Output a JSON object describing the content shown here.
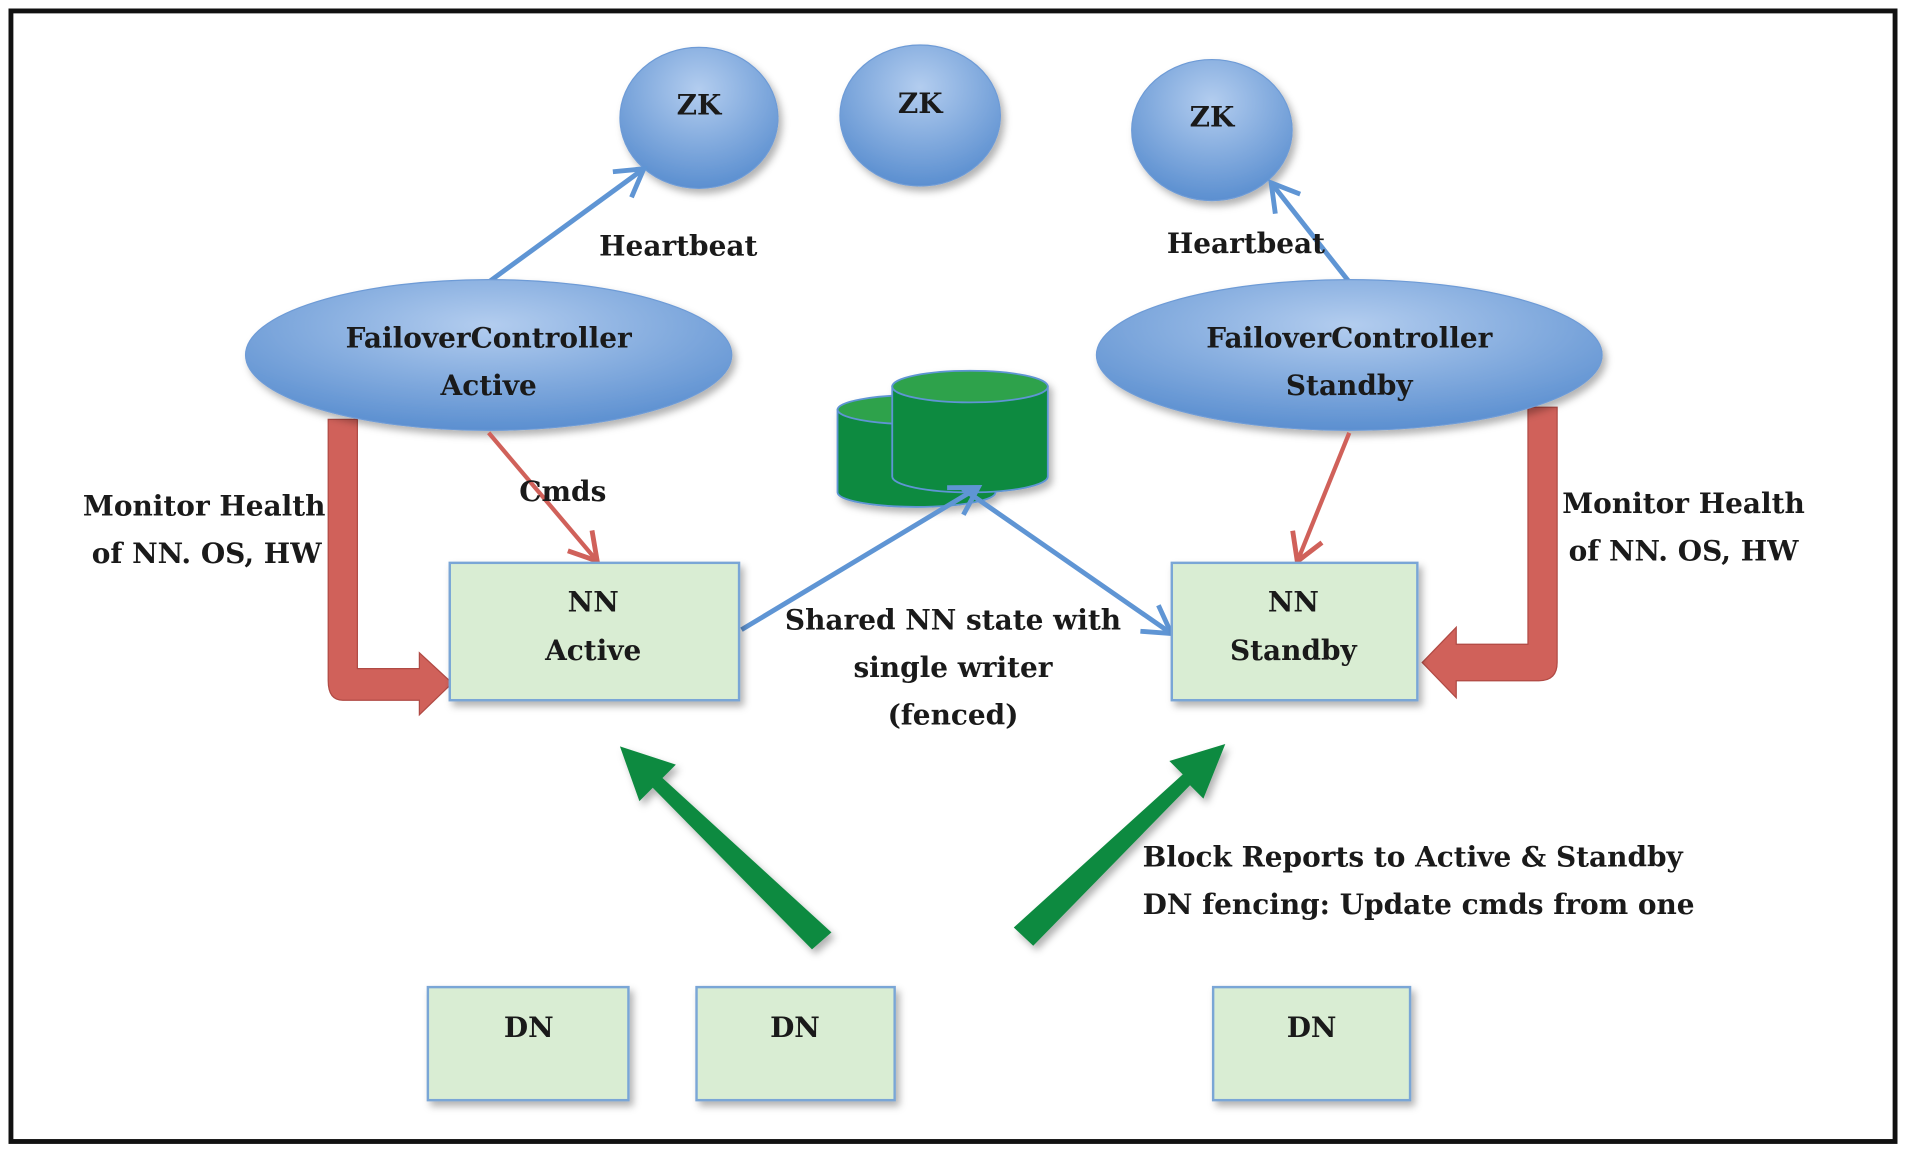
{
  "colors": {
    "node_blue_light": "#b3cdef",
    "node_blue_dark": "#5b8fd0",
    "box_fill": "#d9edd3",
    "box_border": "#7aa6d6",
    "red_arrow": "#d0615a",
    "green": "#0b8a3f",
    "blue_line": "#5f95d4"
  },
  "zk_nodes": [
    "ZK",
    "ZK",
    "ZK"
  ],
  "failover_active": {
    "line1": "FailoverController",
    "line2": "Active"
  },
  "failover_standby": {
    "line1": "FailoverController",
    "line2": "Standby"
  },
  "heartbeat_left": "Heartbeat",
  "heartbeat_right": "Heartbeat",
  "cmds": "Cmds",
  "monitor_left": {
    "line1": "Monitor Health",
    "line2": "of NN. OS, HW"
  },
  "monitor_right": {
    "line1": "Monitor Health",
    "line2": "of NN. OS, HW"
  },
  "nn_active": {
    "line1": "NN",
    "line2": "Active"
  },
  "nn_standby": {
    "line1": "NN",
    "line2": "Standby"
  },
  "shared_state": {
    "line1": "Shared NN state with",
    "line2": "single writer",
    "line3": "(fenced)"
  },
  "block_reports": {
    "line1": "Block Reports to Active & Standby",
    "line2": "DN fencing: Update cmds from one"
  },
  "dn_nodes": [
    "DN",
    "DN",
    "DN"
  ]
}
